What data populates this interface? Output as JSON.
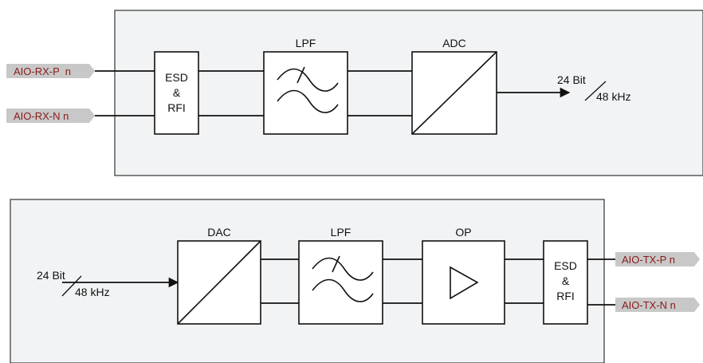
{
  "rx_chain": {
    "inputs": [
      "AIO-RX-P  n",
      "AIO-RX-N n"
    ],
    "esd": [
      "ESD",
      "&",
      "RFI"
    ],
    "lpf_label": "LPF",
    "adc_label": "ADC",
    "output_bits": "24 Bit",
    "output_rate": "48 kHz"
  },
  "tx_chain": {
    "input_bits": "24 Bit",
    "input_rate": "48 kHz",
    "dac_label": "DAC",
    "lpf_label": "LPF",
    "op_label": "OP",
    "esd": [
      "ESD",
      "&",
      "RFI"
    ],
    "outputs": [
      "AIO-TX-P n",
      "AIO-TX-N n"
    ]
  },
  "colors": {
    "pin_text": "#8b1a1a",
    "pin_tag": "#c8c8c8",
    "panel": "#f1f3f4"
  }
}
